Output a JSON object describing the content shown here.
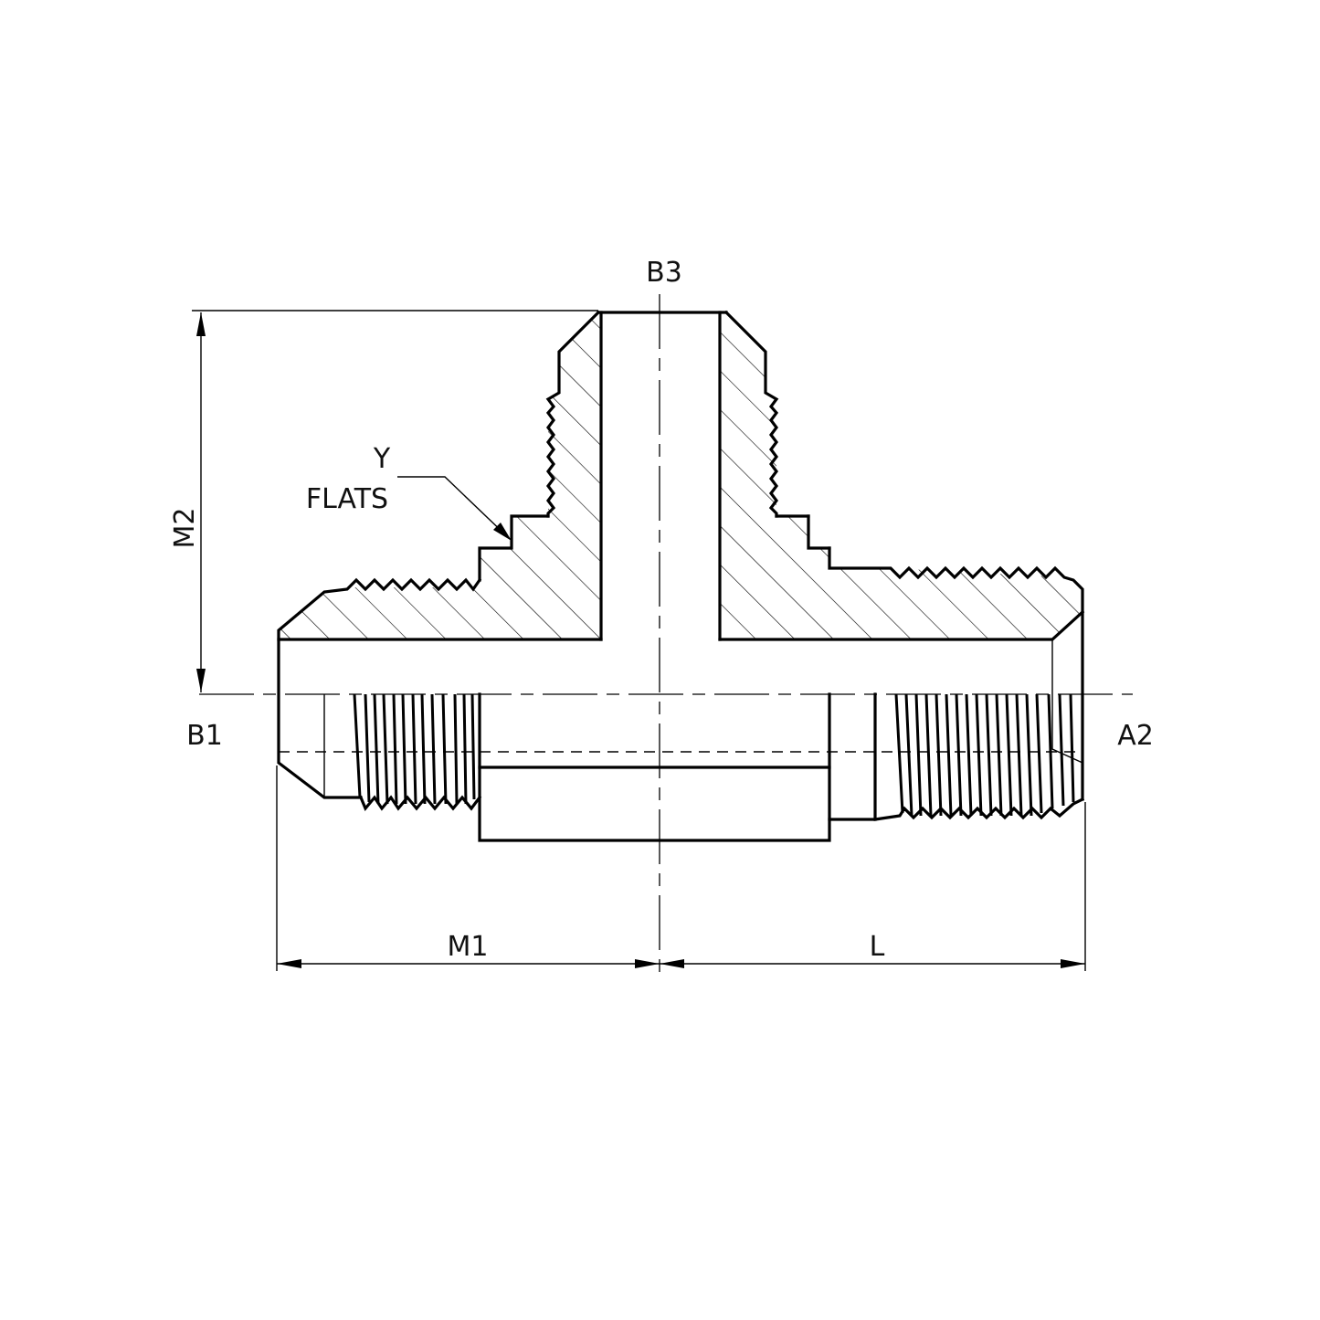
{
  "drawing": {
    "title": "Tee fitting cross-section",
    "labels": {
      "top_port": "B3",
      "left_port": "B1",
      "right_port": "A2",
      "flats_count": "Y",
      "flats": "FLATS"
    },
    "dimensions": {
      "vertical": "M2",
      "horizontal_left": "M1",
      "horizontal_right": "L"
    },
    "colors": {
      "line": "#000000",
      "background": "#ffffff"
    }
  }
}
